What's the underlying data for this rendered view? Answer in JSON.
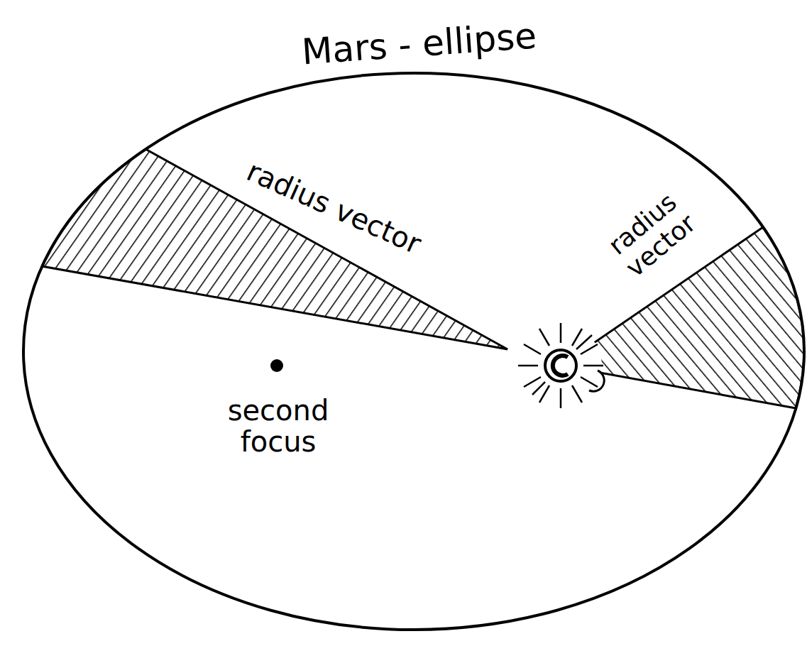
{
  "diagram": {
    "labels": [
      "Mars - ellipse",
      "radius vector",
      "radius vector",
      "second focus"
    ]
  }
}
